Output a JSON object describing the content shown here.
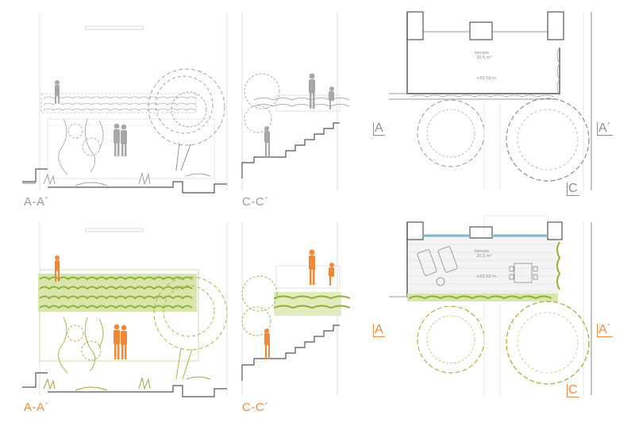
{
  "colors": {
    "existing": "#9a9a9a",
    "proposed_foliage": "#a3c14a",
    "proposed_people": "#f0883a",
    "labels_proposed": "#f08a3c",
    "water": "#7fb7c9"
  },
  "panels": {
    "top": {
      "section_aa": "A-A´",
      "section_cc": "C-C´",
      "plan_cut_left": "A",
      "plan_cut_right": "A´",
      "plan_cut_bottom": "C",
      "plan_area": "20,5 m²",
      "plan_level": "+03.50 m",
      "plan_room": "terraza"
    },
    "bottom": {
      "section_aa": "A-A´",
      "section_cc": "C-C´",
      "plan_cut_left": "A",
      "plan_cut_right": "A´",
      "plan_cut_bottom": "C",
      "plan_area": "20,5 m²",
      "plan_level": "+03.50 m",
      "plan_room": "terraza"
    }
  }
}
